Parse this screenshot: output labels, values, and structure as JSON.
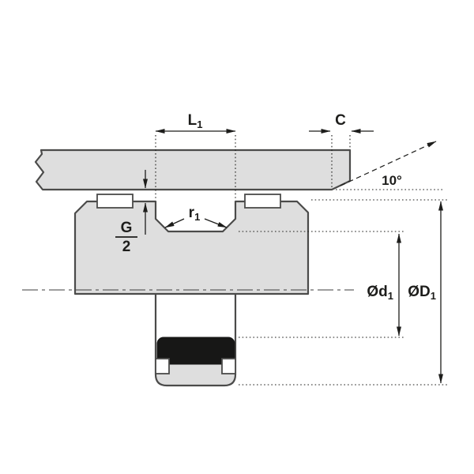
{
  "colors": {
    "bg": "#ffffff",
    "part-fill": "#dedede",
    "part-outline": "#4b4b4a",
    "white-part": "#ffffff",
    "seal-fill": "#171716",
    "dim": "#1d1d1b"
  },
  "labels": {
    "L1": {
      "base": "L",
      "sub": "1"
    },
    "C": "C",
    "angle": "10°",
    "r1": {
      "base": "r",
      "sub": "1"
    },
    "G": {
      "num": "G",
      "den": "2"
    },
    "d1": {
      "base": "Ød",
      "sub": "1"
    },
    "D1": {
      "base": "ØD",
      "sub": "1"
    }
  }
}
